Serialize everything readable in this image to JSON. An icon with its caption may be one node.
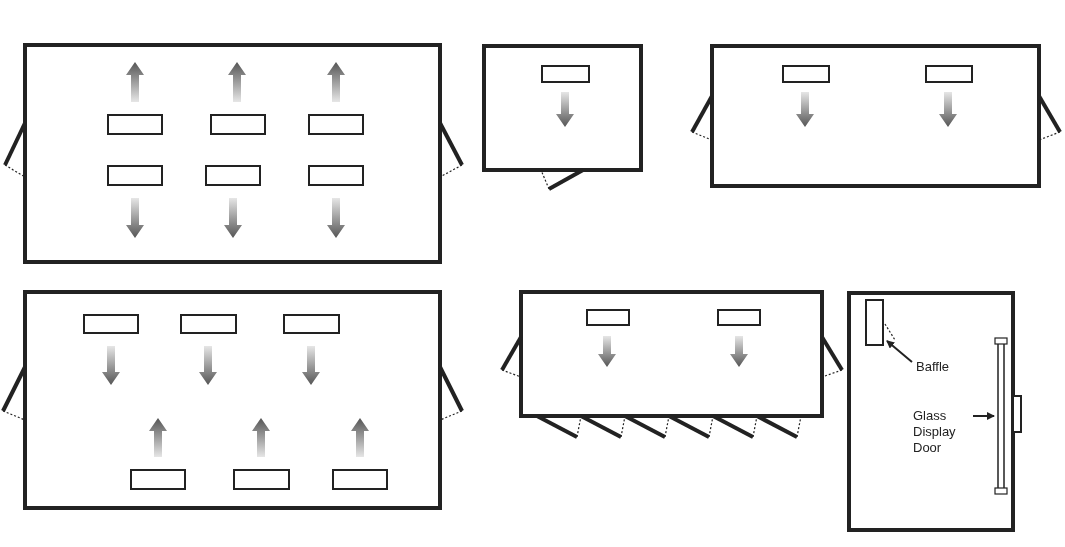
{
  "diagram": {
    "nodes": [
      {
        "text": [
          "Baffle"
        ]
      },
      {
        "text": [],
        "shape": "bar"
      },
      {
        "text": [
          "Glass Display Door"
        ]
      },
      {
        "text": [],
        "shape": "bar"
      }
    ],
    "edges": [
      {
        "from": 0,
        "to": 1,
        "arrow": "to"
      },
      {
        "from": 2,
        "to": 3,
        "arrow": "to"
      }
    ]
  }
}
